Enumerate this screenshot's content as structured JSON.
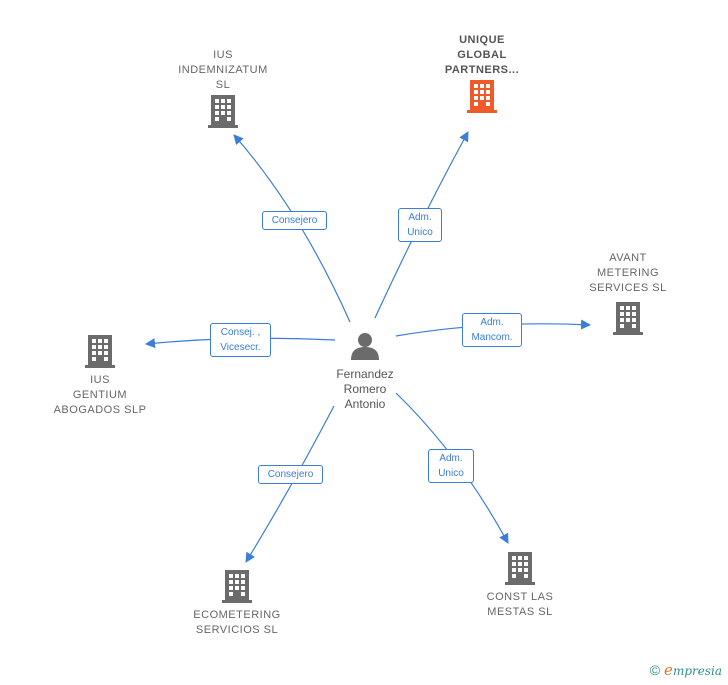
{
  "center": {
    "name": "Fernandez\nRomero\nAntonio",
    "icon": "person-icon"
  },
  "companies": [
    {
      "id": "ius-indemnizatum",
      "name": "IUS\nINDEMNIZATUM\nSL",
      "icon": "building-icon",
      "color": "#6b6b6b"
    },
    {
      "id": "unique-global",
      "name": "UNIQUE\nGLOBAL\nPARTNERS...",
      "icon": "building-icon",
      "color": "#f05a28"
    },
    {
      "id": "avant-metering",
      "name": "AVANT\nMETERING\nSERVICES  SL",
      "icon": "building-icon",
      "color": "#6b6b6b"
    },
    {
      "id": "ius-gentium",
      "name": "IUS\nGENTIUM\nABOGADOS  SLP",
      "icon": "building-icon",
      "color": "#6b6b6b"
    },
    {
      "id": "ecometering",
      "name": "ECOMETERING\nSERVICIOS  SL",
      "icon": "building-icon",
      "color": "#6b6b6b"
    },
    {
      "id": "const-las-mestas",
      "name": "CONST LAS\nMESTAS  SL",
      "icon": "building-icon",
      "color": "#6b6b6b"
    }
  ],
  "roles": {
    "ius-indemnizatum": "Consejero",
    "unique-global": "Adm.\nUnico",
    "avant-metering": "Adm.\nMancom.",
    "ius-gentium": "Consej. ,\nVicesecr.",
    "ecometering": "Consejero",
    "const-las-mestas": "Adm.\nUnico"
  },
  "colors": {
    "edge": "#3b7dd8",
    "building": "#6b6b6b",
    "highlight": "#f05a28"
  },
  "brand": {
    "copyright": "©",
    "initial": "e",
    "word": "mpresia"
  }
}
